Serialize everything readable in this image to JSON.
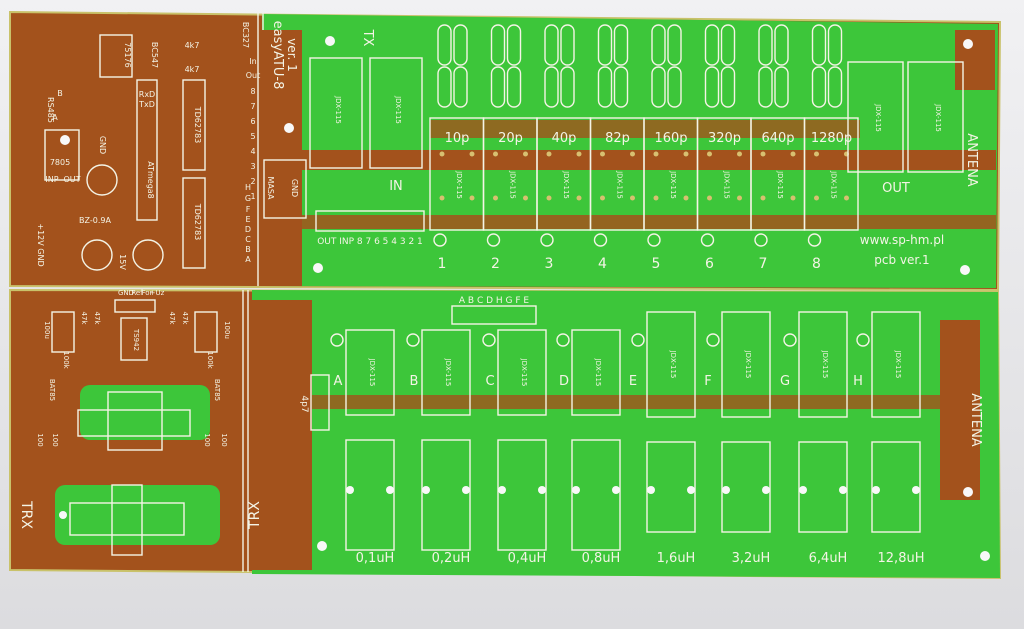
{
  "colors": {
    "copper": "#a3521c",
    "green": "#3dc63a",
    "silk": "#f4f4e6",
    "background": "#e6e6e9"
  },
  "top_board": {
    "control": {
      "labels": [
        "75176",
        "BC547",
        "BC327",
        "4k7",
        "4k7",
        "RS485",
        "B",
        "A",
        "GND",
        "7805",
        "INP",
        "OUT",
        "RxD",
        "TxD",
        "ATmega8",
        "TD62783",
        "TD62783",
        "In",
        "Out",
        "8",
        "7",
        "6",
        "5",
        "4",
        "3",
        "2",
        "1",
        "H",
        "G",
        "F",
        "E",
        "D",
        "C",
        "B",
        "A",
        "BZ-0.9A",
        "+12V GND",
        "15V"
      ]
    },
    "title": "easyATU-8",
    "version": "ver. 1",
    "tx_label": "TX",
    "in_label": "IN",
    "out_label": "OUT",
    "masa_label": "MASA",
    "gnd_label": "GND",
    "connector_label": "OUT INP 8 7 6 5 4 3 2 1",
    "relay_label": "JDX-115",
    "capacitors": [
      "10p",
      "20p",
      "40p",
      "82p",
      "160p",
      "320p",
      "640p",
      "1280p"
    ],
    "channels": [
      "1",
      "2",
      "3",
      "4",
      "5",
      "6",
      "7",
      "8"
    ],
    "antenna_label": "ANTENA",
    "website": "www.sp-hm.pl",
    "pcb_version": "pcb ver.1"
  },
  "bottom_board": {
    "swr": {
      "labels": [
        "+Uz",
        "For",
        "Ref",
        "GND",
        "47k",
        "47k",
        "47k",
        "47k",
        "TS942",
        "100u",
        "100u",
        "100k",
        "100k",
        "BAT85",
        "BAT85",
        "100",
        "100",
        "100",
        "100"
      ],
      "trx_label": "TRX"
    },
    "trx_label": "TRX",
    "header_label": "A B C D H G F E",
    "cap_label": "4p7",
    "relay_label": "JDX-115",
    "sections": [
      "A",
      "B",
      "C",
      "D",
      "E",
      "F",
      "G",
      "H"
    ],
    "inductors": [
      "0,1uH",
      "0,2uH",
      "0,4uH",
      "0,8uH",
      "1,6uH",
      "3,2uH",
      "6,4uH",
      "12,8uH"
    ],
    "antenna_label": "ANTENA"
  }
}
